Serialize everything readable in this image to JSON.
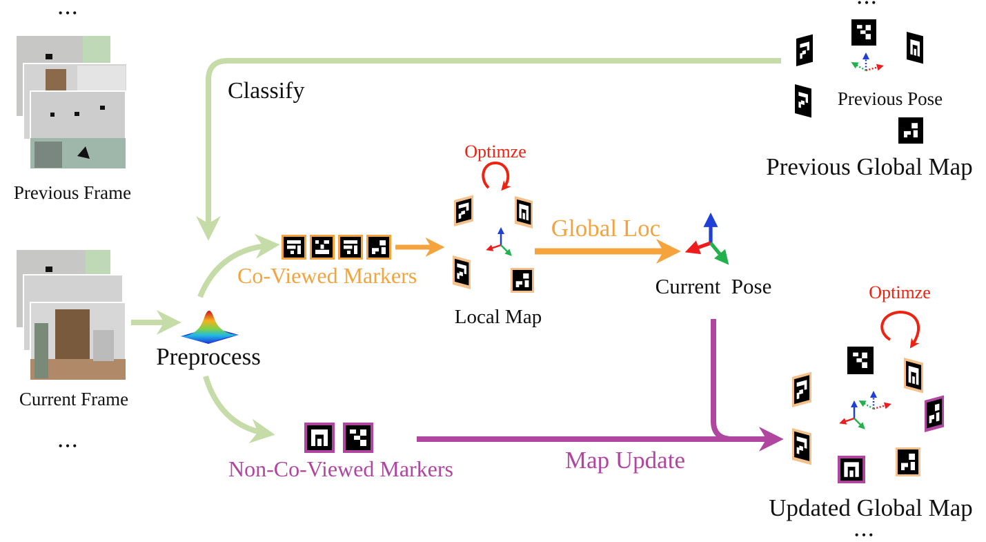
{
  "labels": {
    "ellipsis": "•••",
    "previous_frame": "Previous Frame",
    "current_frame": "Current Frame",
    "classify": "Classify",
    "preprocess": "Preprocess",
    "co_viewed_markers": "Co-Viewed Markers",
    "non_co_viewed_markers": "Non-Co-Viewed Markers",
    "optimize_local": "Optimze",
    "optimize_global": "Optimze",
    "local_map": "Local Map",
    "global_loc": "Global Loc",
    "current_pose": "Current  Pose",
    "previous_pose": "Previous Pose",
    "previous_global_map": "Previous Global Map",
    "map_update": "Map Update",
    "updated_global_map": "Updated Global Map"
  },
  "colors": {
    "green_arrow": "#c6dca8",
    "orange": "#f5a33d",
    "orange_border": "#f4c18c",
    "purple": "#b0469f",
    "red": "#ee2211",
    "text": "#111111",
    "marker": "#000000",
    "axis_x": "#ee1c1c",
    "axis_y": "#22b14c",
    "axis_z": "#1f3fd6"
  },
  "icons": {
    "preprocess": "gaussian-surface-icon",
    "pose": "coordinate-axes-icon",
    "marker": "aruco-marker-icon",
    "optimize": "circular-arrow-icon"
  }
}
